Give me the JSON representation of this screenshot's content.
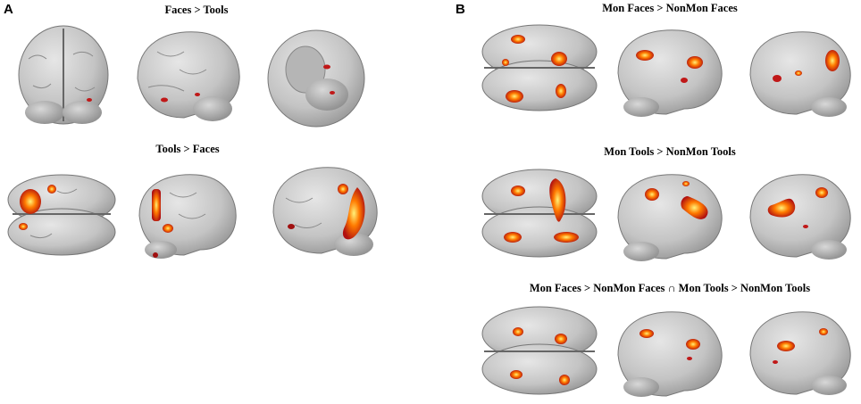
{
  "panel_a": {
    "label": "A",
    "rows": [
      {
        "title": "Faces > Tools"
      },
      {
        "title": "Tools > Faces"
      }
    ]
  },
  "panel_b": {
    "label": "B",
    "rows": [
      {
        "title": "Mon Faces  > NonMon Faces"
      },
      {
        "title": "Mon Tools  > NonMon Tools"
      },
      {
        "title": "Mon Faces > NonMon Faces ∩ Mon Tools > NonMon Tools"
      }
    ]
  },
  "colors": {
    "brain": "#c9c9c9",
    "activation_low": "#b01010",
    "activation_mid": "#ff6a00",
    "activation_high": "#fff27a"
  }
}
